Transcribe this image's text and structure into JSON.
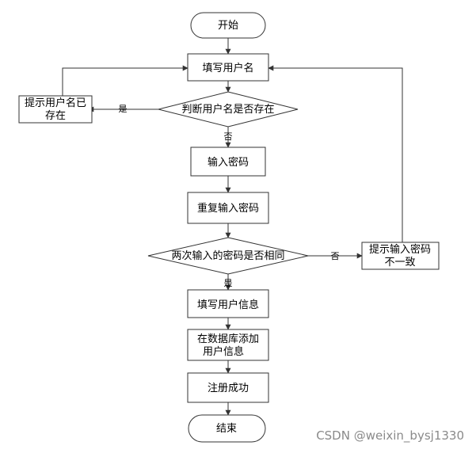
{
  "flowchart": {
    "start": "开始",
    "fill_username": "填写用户名",
    "check_username": "判断用户名是否存在",
    "username_exists_line1": "提示用户名已",
    "username_exists_line2": "存在",
    "enter_password": "输入密码",
    "repeat_password": "重复输入密码",
    "check_passwords": "两次输入的密码是否相同",
    "mismatch_line1": "提示输入密码",
    "mismatch_line2": "不一致",
    "fill_user_info": "填写用户信息",
    "add_to_db_line1": "在数据库添加",
    "add_to_db_line2": "用户信息",
    "register_success": "注册成功",
    "end": "结束",
    "edge_yes_username": "是",
    "edge_no_username": "否",
    "edge_no_password": "否",
    "edge_yes_password": "是"
  },
  "watermark": "CSDN @weixin_bysj1330",
  "colors": {
    "stroke": "#333333",
    "fill": "#ffffff",
    "watermark": "#8a8a8a"
  }
}
